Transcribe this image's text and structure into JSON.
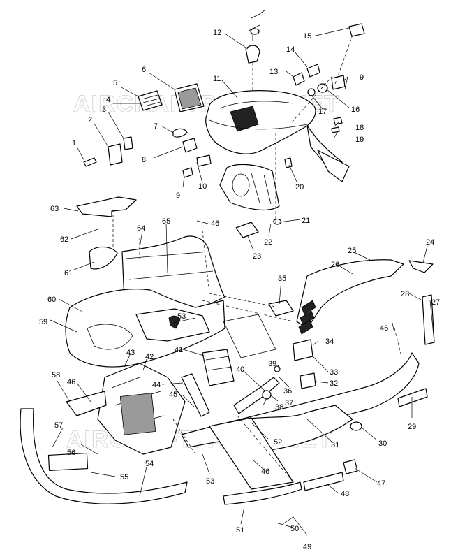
{
  "watermarks": [
    {
      "text": "AIRCRAFTPARTS.NET"
    },
    {
      "text": "AIRCRAFTPARTS.NET"
    }
  ],
  "callouts": [
    {
      "n": "1"
    },
    {
      "n": "2"
    },
    {
      "n": "3"
    },
    {
      "n": "4"
    },
    {
      "n": "5"
    },
    {
      "n": "6"
    },
    {
      "n": "7"
    },
    {
      "n": "8"
    },
    {
      "n": "9"
    },
    {
      "n": "9"
    },
    {
      "n": "10"
    },
    {
      "n": "11"
    },
    {
      "n": "12"
    },
    {
      "n": "13"
    },
    {
      "n": "14"
    },
    {
      "n": "15"
    },
    {
      "n": "16"
    },
    {
      "n": "17"
    },
    {
      "n": "18"
    },
    {
      "n": "19"
    },
    {
      "n": "20"
    },
    {
      "n": "21"
    },
    {
      "n": "22"
    },
    {
      "n": "23"
    },
    {
      "n": "24"
    },
    {
      "n": "25"
    },
    {
      "n": "26"
    },
    {
      "n": "27"
    },
    {
      "n": "28"
    },
    {
      "n": "29"
    },
    {
      "n": "30"
    },
    {
      "n": "31"
    },
    {
      "n": "32"
    },
    {
      "n": "33"
    },
    {
      "n": "34"
    },
    {
      "n": "35"
    },
    {
      "n": "36"
    },
    {
      "n": "37"
    },
    {
      "n": "38"
    },
    {
      "n": "39"
    },
    {
      "n": "40"
    },
    {
      "n": "41"
    },
    {
      "n": "42"
    },
    {
      "n": "43"
    },
    {
      "n": "44"
    },
    {
      "n": "45"
    },
    {
      "n": "46"
    },
    {
      "n": "46"
    },
    {
      "n": "46"
    },
    {
      "n": "46"
    },
    {
      "n": "47"
    },
    {
      "n": "48"
    },
    {
      "n": "49"
    },
    {
      "n": "50"
    },
    {
      "n": "51"
    },
    {
      "n": "52"
    },
    {
      "n": "53"
    },
    {
      "n": "53"
    },
    {
      "n": "54"
    },
    {
      "n": "55"
    },
    {
      "n": "56"
    },
    {
      "n": "57"
    },
    {
      "n": "58"
    },
    {
      "n": "59"
    },
    {
      "n": "60"
    },
    {
      "n": "61"
    },
    {
      "n": "62"
    },
    {
      "n": "63"
    },
    {
      "n": "64"
    },
    {
      "n": "65"
    }
  ]
}
